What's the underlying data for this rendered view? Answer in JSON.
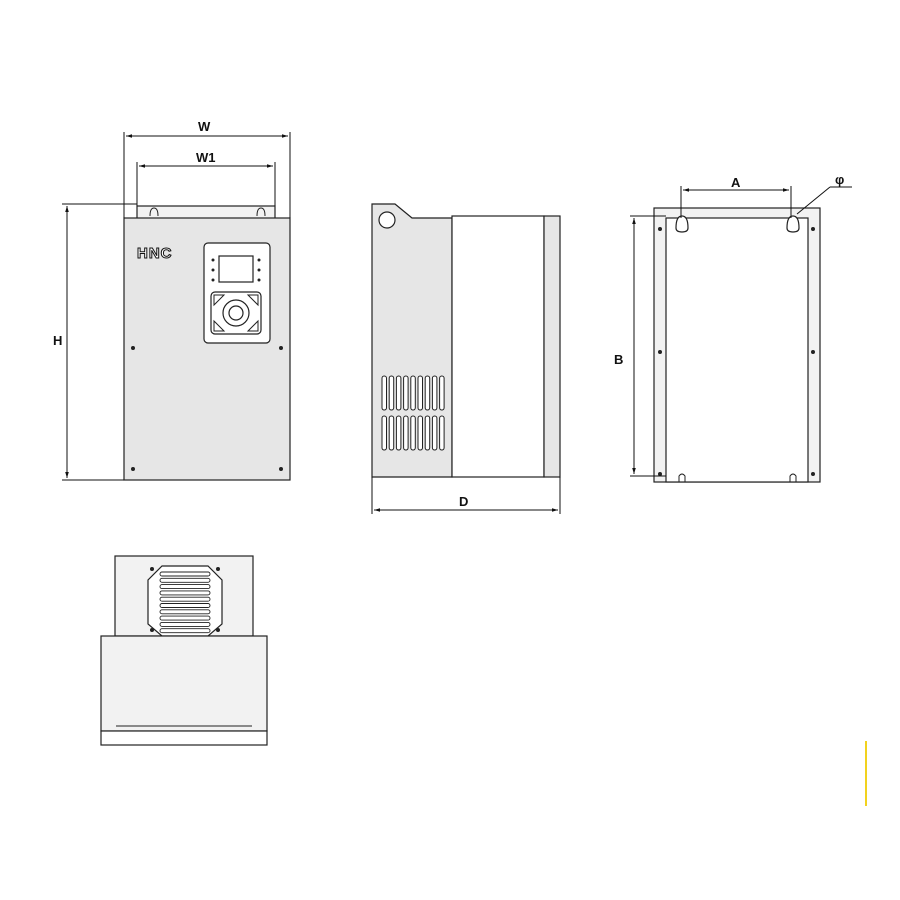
{
  "dimensions": {
    "width": "W",
    "width_inner": "W1",
    "height": "H",
    "depth": "D",
    "mount_spacing": "A",
    "mount_height": "B",
    "hole_diameter": "φ"
  },
  "brand": {
    "logo": "HNC"
  },
  "colors": {
    "body": "#e6e6e6",
    "outline": "#222222",
    "accent_mark": "#f2d21e"
  }
}
